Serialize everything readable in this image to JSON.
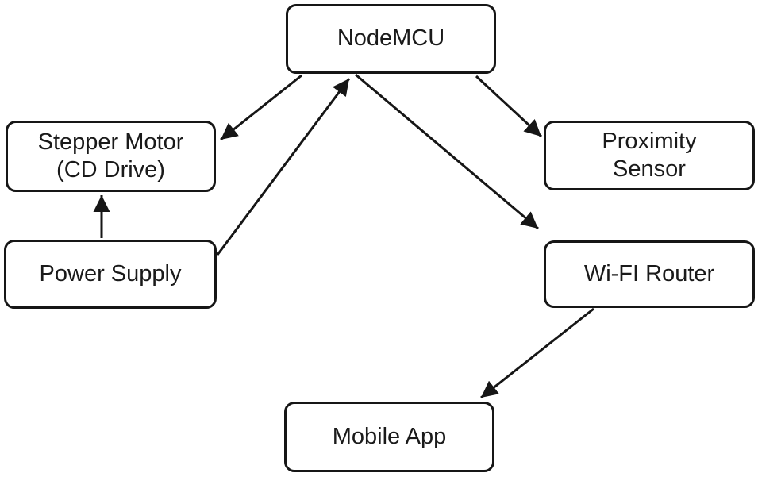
{
  "diagram": {
    "background_color": "#ffffff",
    "node_fill_color": "#ffffff",
    "node_border_color": "#161616",
    "line_color": "#161616",
    "text_color": "#1a1a1a",
    "nodes": {
      "nodemcu": {
        "label": "NodeMCU"
      },
      "stepper_motor": {
        "line1": "Stepper Motor",
        "line2": "(CD Drive)"
      },
      "proximity_sensor": {
        "line1": "Proximity",
        "line2": "Sensor"
      },
      "power_supply": {
        "label": "Power Supply"
      },
      "wifi_router": {
        "label": "Wi-FI Router"
      },
      "mobile_app": {
        "label": "Mobile App"
      }
    },
    "edges": [
      {
        "from": "NodeMCU",
        "to": "Stepper Motor (CD Drive)",
        "arrowhead_at": "to"
      },
      {
        "from": "Power Supply",
        "to": "NodeMCU",
        "arrowhead_at": "to"
      },
      {
        "from": "NodeMCU",
        "to": "Proximity Sensor",
        "arrowhead_at": "to"
      },
      {
        "from": "NodeMCU",
        "to": "Wi-FI Router",
        "arrowhead_at": "to"
      },
      {
        "from": "Power Supply",
        "to": "Stepper Motor (CD Drive)",
        "arrowhead_at": "to"
      },
      {
        "from": "Wi-FI Router",
        "to": "Mobile App",
        "arrowhead_at": "to"
      }
    ]
  }
}
